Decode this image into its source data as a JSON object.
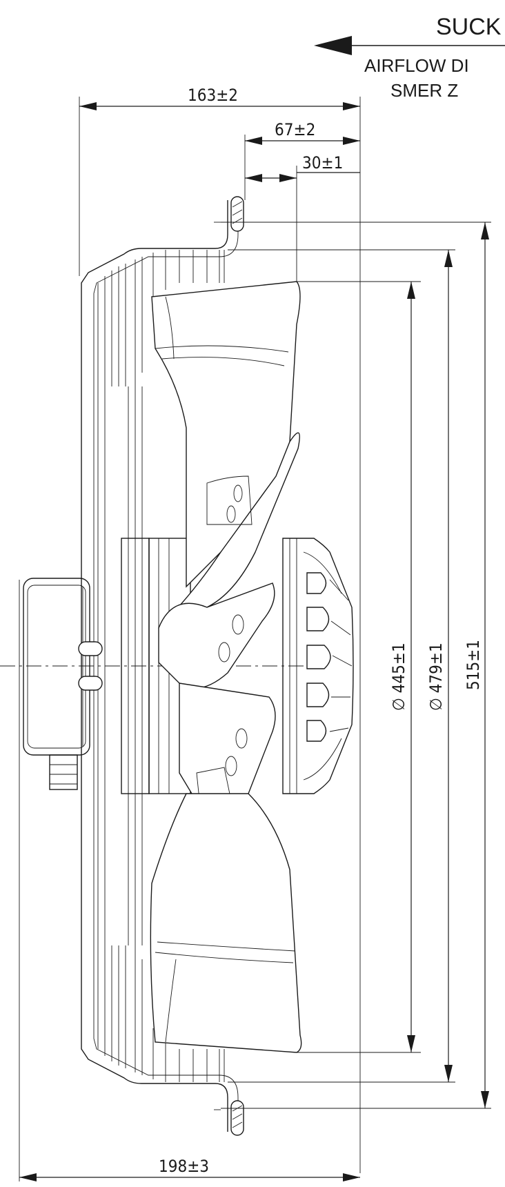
{
  "header": {
    "airflow_primary": "SUCK",
    "airflow_line2": "AIRFLOW DI",
    "airflow_line3": "SMER Z"
  },
  "dimensions": {
    "overall_depth": "163±2",
    "rotor_depth": "67±2",
    "flange_offset": "30±1",
    "blade_diameter": "∅ 445±1",
    "guard_diameter": "∅ 479±1",
    "flange_height": "515±1",
    "total_depth": "198±3"
  }
}
